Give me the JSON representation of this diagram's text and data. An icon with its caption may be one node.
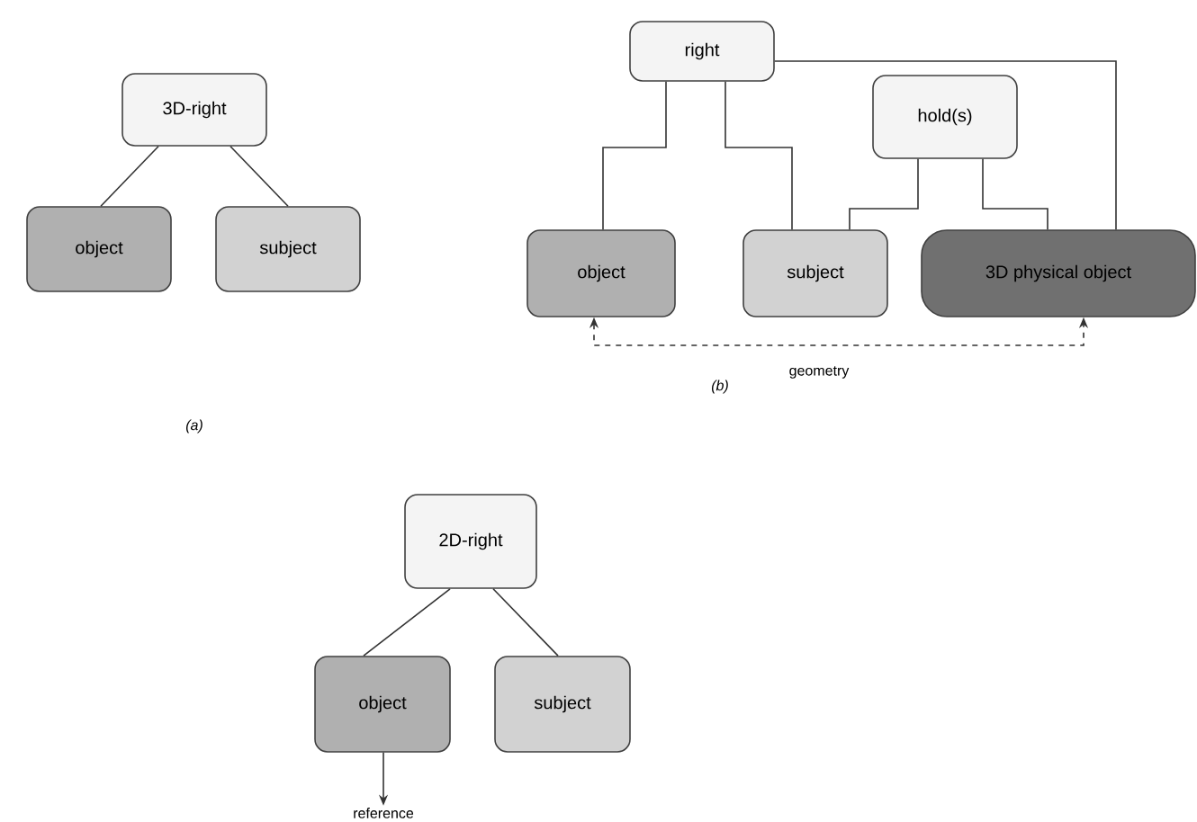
{
  "diagram": {
    "nodes": [
      {
        "text": [
          "3D-right"
        ]
      },
      {
        "text": [
          "object"
        ]
      },
      {
        "text": [
          "subject"
        ]
      },
      {
        "text": [
          "right"
        ]
      },
      {
        "text": [
          "hold(s)"
        ]
      },
      {
        "text": [
          "object"
        ]
      },
      {
        "text": [
          "subject"
        ]
      },
      {
        "text": [
          "3D physical object"
        ]
      },
      {
        "text": [
          "2D-right"
        ]
      },
      {
        "text": [
          "object"
        ]
      },
      {
        "text": [
          "subject"
        ]
      },
      {
        "text": [
          "reference"
        ]
      }
    ],
    "edges": [
      {
        "from": 0,
        "to": 1,
        "arrow": "none"
      },
      {
        "from": 0,
        "to": 2,
        "arrow": "none"
      },
      {
        "from": 3,
        "to": 5,
        "arrow": "none"
      },
      {
        "from": 3,
        "to": 6,
        "arrow": "none"
      },
      {
        "from": 3,
        "to": 7,
        "arrow": "none"
      },
      {
        "from": 4,
        "to": 6,
        "arrow": "none"
      },
      {
        "from": 4,
        "to": 7,
        "arrow": "none"
      },
      {
        "from": 5,
        "to": 7,
        "arrow": "both",
        "style": "dashed",
        "label": "geometry"
      },
      {
        "from": 8,
        "to": 9,
        "arrow": "none"
      },
      {
        "from": 8,
        "to": 10,
        "arrow": "none"
      },
      {
        "from": 9,
        "to": 11,
        "arrow": "to"
      }
    ],
    "labels": [
      "(a)",
      "(b)"
    ]
  }
}
